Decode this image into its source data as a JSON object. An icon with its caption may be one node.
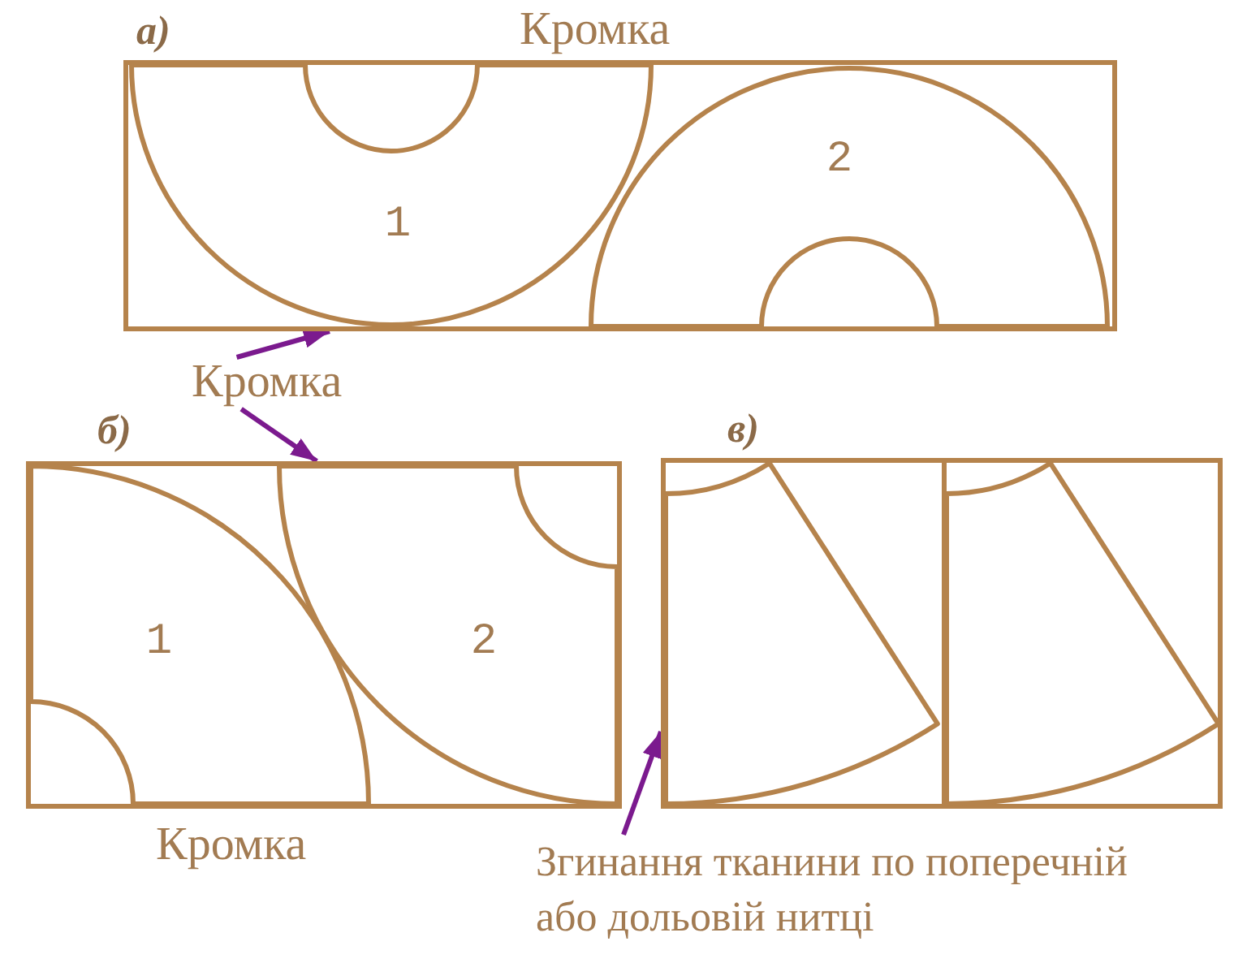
{
  "diagram": {
    "nodes": [
      {
        "text": [
          "а)"
        ],
        "beside": [
          "Кромка"
        ]
      },
      {
        "text": [
          "1"
        ],
        "in": 0
      },
      {
        "text": [
          "2"
        ],
        "in": 0
      },
      {
        "text": [
          "Кромка"
        ]
      },
      {
        "text": [
          "б)"
        ],
        "beside": [
          "Кромка"
        ]
      },
      {
        "text": [
          "1"
        ],
        "in": 4
      },
      {
        "text": [
          "2"
        ],
        "in": 4
      },
      {
        "text": [
          "в)"
        ]
      },
      {
        "text": [],
        "shape": "sector",
        "in": 7
      },
      {
        "text": [],
        "shape": "sector",
        "in": 7
      },
      {
        "text": [
          "Згинання тканини по поперечній або дольовій нитці"
        ]
      }
    ],
    "edges": [
      {
        "from": 3,
        "to": 0,
        "arrow": "to"
      },
      {
        "from": 3,
        "to": 4,
        "arrow": "to"
      },
      {
        "from": 10,
        "to": 7,
        "arrow": "to"
      }
    ]
  }
}
